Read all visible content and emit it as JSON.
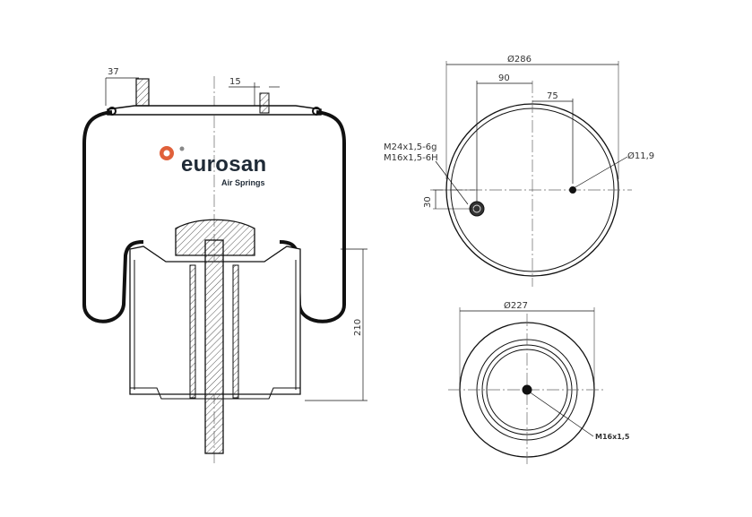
{
  "logo": {
    "brand": "eurosan",
    "tagline": "Air Springs",
    "accent": "#e0603a"
  },
  "side_view": {
    "dim_top_offset": "37",
    "dim_pin": "15",
    "dim_height": "210"
  },
  "top_view": {
    "dim_diameter": "Ø286",
    "dim_left": "90",
    "dim_right": "75",
    "dim_hole": "Ø11,9",
    "dim_offset": "30",
    "thread_1": "M24x1,5-6g",
    "thread_2": "M16x1,5-6H"
  },
  "bottom_view": {
    "dim_diameter": "Ø227",
    "thread": "M16x1,5"
  }
}
